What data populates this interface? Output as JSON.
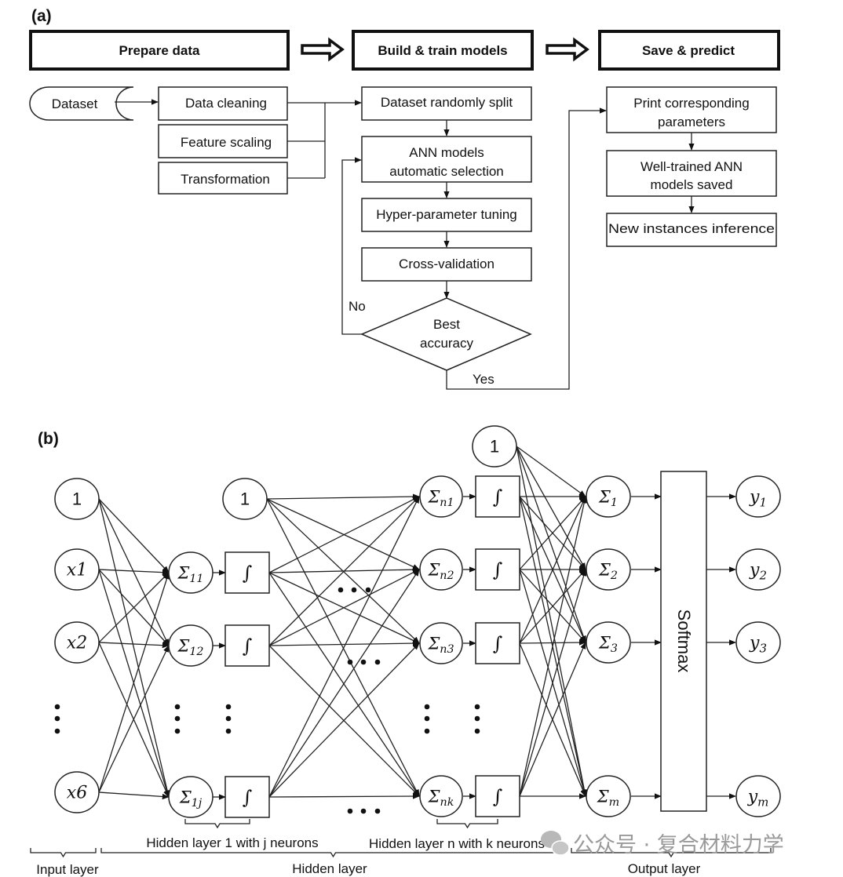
{
  "panel_a": {
    "label": "(a)",
    "stages": [
      {
        "title": "Prepare data"
      },
      {
        "title": "Build & train models"
      },
      {
        "title": "Save & predict"
      }
    ],
    "prepare": {
      "dataset": "Dataset",
      "steps": [
        "Data cleaning",
        "Feature scaling",
        "Transformation"
      ]
    },
    "build": {
      "steps": [
        "Dataset randomly split",
        [
          "ANN models",
          "automatic selection"
        ],
        "Hyper-parameter tuning",
        "Cross-validation"
      ],
      "decision": [
        "Best",
        "accuracy"
      ],
      "no_label": "No",
      "yes_label": "Yes"
    },
    "save": {
      "steps": [
        [
          "Print corresponding",
          "parameters"
        ],
        [
          "Well-trained ANN",
          "models saved"
        ],
        "New instances inference"
      ]
    }
  },
  "panel_b": {
    "label": "(b)",
    "input_nodes": [
      "1",
      "x1",
      "x2",
      "x6"
    ],
    "hidden1_bias": "1",
    "hidden1_sum": [
      {
        "b": "Σ",
        "s": "11"
      },
      {
        "b": "Σ",
        "s": "12"
      },
      {
        "b": "Σ",
        "s": "1j"
      }
    ],
    "hiddenN_bias": "1",
    "hiddenN_sum": [
      {
        "b": "Σ",
        "s": "n1"
      },
      {
        "b": "Σ",
        "s": "n2"
      },
      {
        "b": "Σ",
        "s": "n3"
      },
      {
        "b": "Σ",
        "s": "nk"
      }
    ],
    "activation_symbol": "∫",
    "output_sum": [
      {
        "b": "Σ",
        "s": "1"
      },
      {
        "b": "Σ",
        "s": "2"
      },
      {
        "b": "Σ",
        "s": "3"
      },
      {
        "b": "Σ",
        "s": "m"
      }
    ],
    "softmax": "Softmax",
    "outputs": [
      {
        "b": "y",
        "s": "1"
      },
      {
        "b": "y",
        "s": "2"
      },
      {
        "b": "y",
        "s": "3"
      },
      {
        "b": "y",
        "s": "m"
      }
    ],
    "labels": {
      "hidden1": "Hidden layer 1 with j neurons",
      "hiddenN": "Hidden layer n with k neurons",
      "input_layer": "Input layer",
      "hidden_layer": "Hidden layer",
      "output_layer": "Output layer"
    }
  },
  "watermark": "公众号 · 复合材料力学"
}
